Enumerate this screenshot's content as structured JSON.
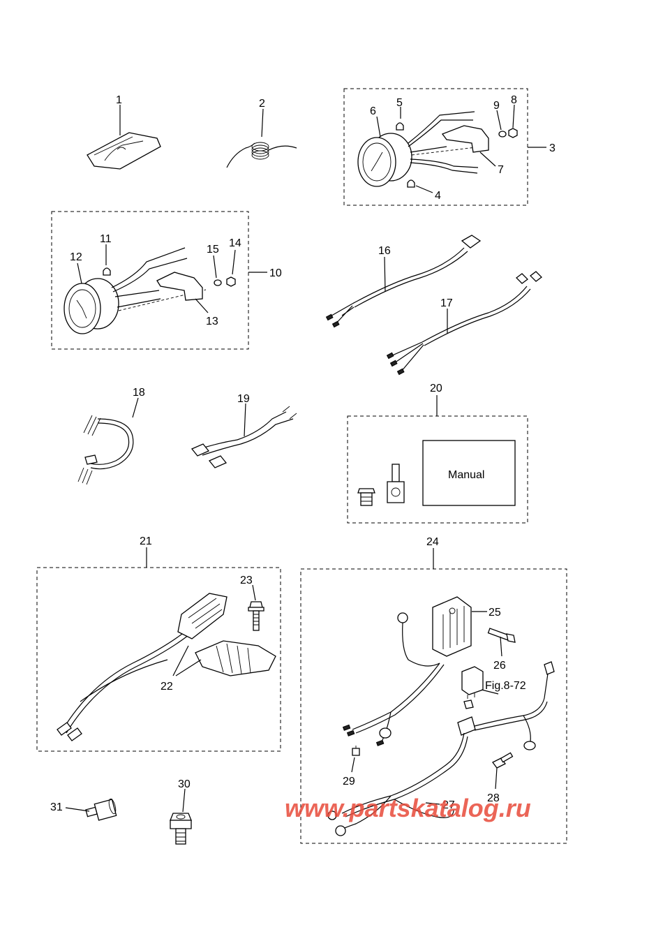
{
  "diagram": {
    "callouts": {
      "c1": "1",
      "c2": "2",
      "c3": "3",
      "c4": "4",
      "c5": "5",
      "c6": "6",
      "c7": "7",
      "c8": "8",
      "c9": "9",
      "c10": "10",
      "c11": "11",
      "c12": "12",
      "c13": "13",
      "c14": "14",
      "c15": "15",
      "c16": "16",
      "c17": "17",
      "c18": "18",
      "c19": "19",
      "c20": "20",
      "c21": "21",
      "c22": "22",
      "c23": "23",
      "c24": "24",
      "c25": "25",
      "c26": "26",
      "c27": "27",
      "c28": "28",
      "c29": "29",
      "c30": "30",
      "c31": "31"
    },
    "manual_label": "Manual",
    "fig_reference": "Fig.8-72",
    "watermark": "www.partskatalog.ru"
  }
}
